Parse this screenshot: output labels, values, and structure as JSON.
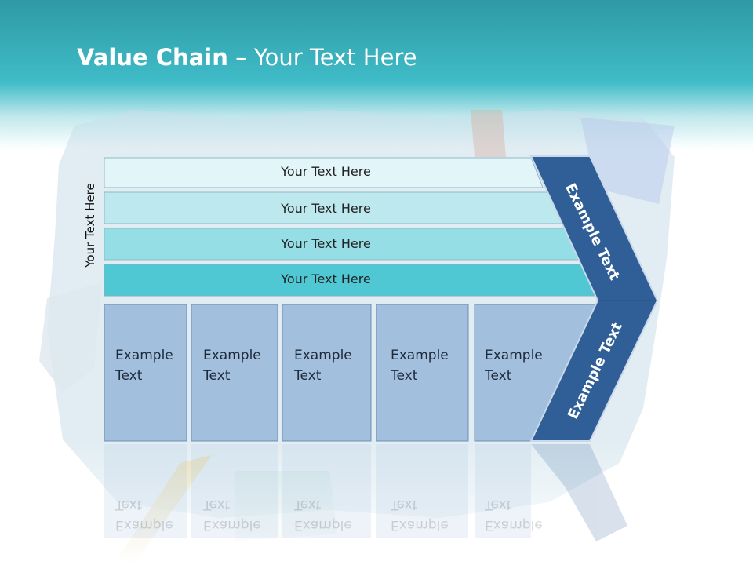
{
  "title": {
    "bold": "Value Chain",
    "rest": " – Your Text Here"
  },
  "side_label": "Your Text Here",
  "rows": [
    {
      "label": "Your Text Here",
      "color": "#e2f5f8"
    },
    {
      "label": "Your Text Here",
      "color": "#bde9ee"
    },
    {
      "label": "Your Text Here",
      "color": "#96dee5"
    },
    {
      "label": "Your Text Here",
      "color": "#4fc8d3"
    }
  ],
  "boxes": [
    {
      "line1": "Example",
      "line2": "Text"
    },
    {
      "line1": "Example",
      "line2": "Text"
    },
    {
      "line1": "Example",
      "line2": "Text"
    },
    {
      "line1": "Example",
      "line2": "Text"
    },
    {
      "line1": "Example",
      "line2": "Text"
    }
  ],
  "chevron_top_label": "Example Text",
  "chevron_bottom_label": "Example Text",
  "colors": {
    "box_fill": "#a2bfde",
    "chevron": "#2f5f96",
    "header": "#3fbcc8"
  }
}
